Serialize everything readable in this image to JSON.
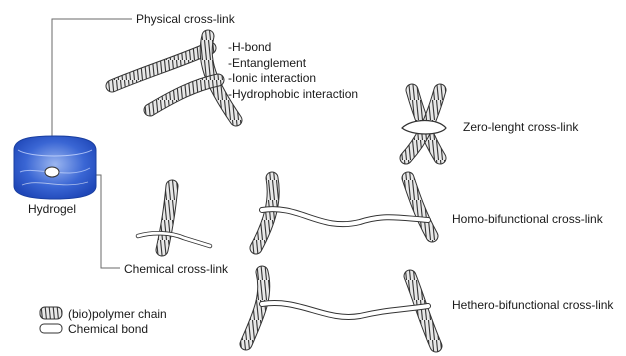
{
  "labels": {
    "physical": "Physical cross-link",
    "physical_types": [
      "-H-bond",
      "-Entanglement",
      "-Ionic interaction",
      "-Hydrophobic interaction"
    ],
    "hydrogel": "Hydrogel",
    "chemical": "Chemical cross-link",
    "zero_length": "Zero-lenght cross-link",
    "homo": "Homo-bifunctional cross-link",
    "hetero": "Hethero-bifunctional cross-link"
  },
  "legend": {
    "polymer_chain": "(bio)polymer chain",
    "chemical_bond": "Chemical bond"
  },
  "colors": {
    "hydrogel_blue": "#2f5fd0",
    "line": "#555555",
    "ink": "#333333"
  }
}
